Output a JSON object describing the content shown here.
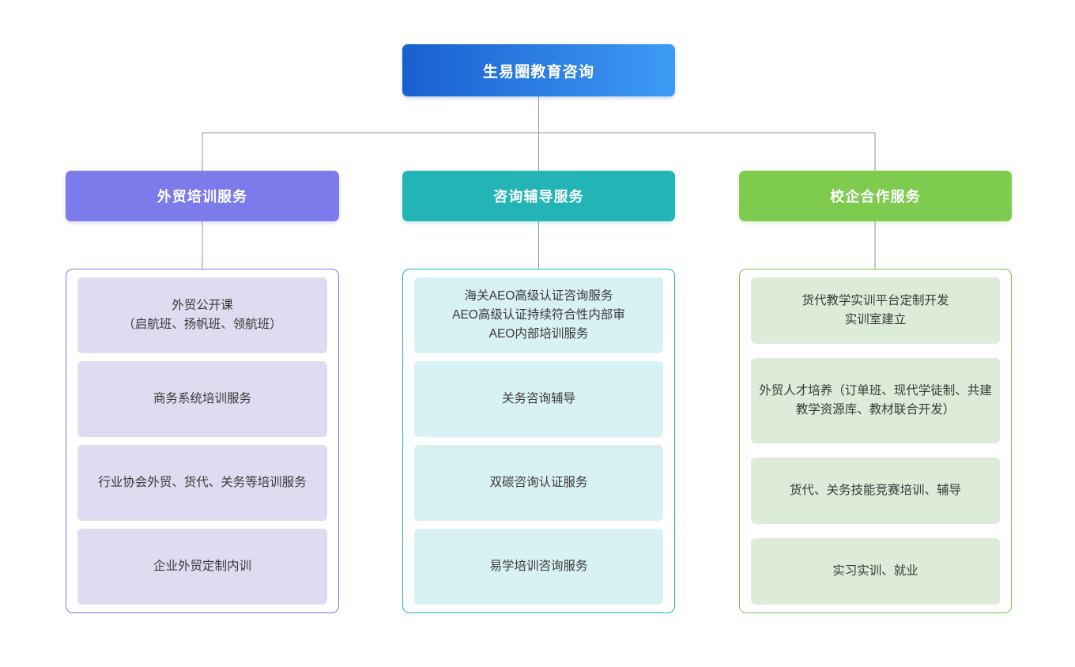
{
  "diagram": {
    "type": "organizational-tree",
    "root": {
      "label": "生易圈教育咨询",
      "gradient_from": "#1a5fd0",
      "gradient_to": "#3d9bf5"
    },
    "connector_color": "#8a93a6",
    "branches": [
      {
        "id": "foreign-trade-training",
        "label": "外贸培训服务",
        "header_color": "#7b7bec",
        "panel_border_color": "#7b7bec",
        "leaf_color": "#dedcf1",
        "items": [
          "外贸公开课\n（启航班、扬帆班、领航班）",
          "商务系统培训服务",
          "行业协会外贸、货代、关务等培训服务",
          "企业外贸定制内训"
        ]
      },
      {
        "id": "consulting-tutoring",
        "label": "咨询辅导服务",
        "header_color": "#23b5b5",
        "panel_border_color": "#1ab6bd",
        "leaf_color": "#d8f1f3",
        "items": [
          "海关AEO高级认证咨询服务\nAEO高级认证持续符合性内部审\nAEO内部培训服务",
          "关务咨询辅导",
          "双碳咨询认证服务",
          "易学培训咨询服务"
        ]
      },
      {
        "id": "school-enterprise-cooperation",
        "label": "校企合作服务",
        "header_color": "#7ecb4f",
        "panel_border_color": "#72c646",
        "leaf_color": "#dcecd9",
        "items": [
          "货代教学实训平台定制开发\n实训室建立",
          "外贸人才培养（订单班、现代学徒制、共建教学资源库、教材联合开发）",
          "货代、关务技能竞赛培训、辅导",
          "实习实训、就业"
        ]
      }
    ]
  }
}
